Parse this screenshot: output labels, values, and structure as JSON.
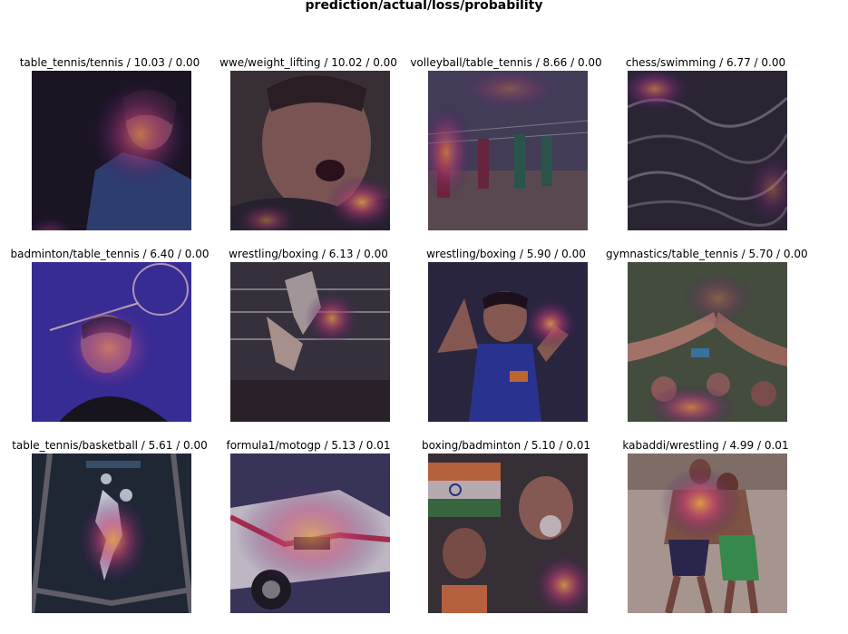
{
  "figure": {
    "title": "prediction/actual/loss/probability"
  },
  "panels": [
    {
      "caption": "table_tennis/tennis / 10.03 / 0.00",
      "image": "player-photo"
    },
    {
      "caption": "wwe/weight_lifting / 10.02 / 0.00",
      "image": "lifter-photo"
    },
    {
      "caption": "volleyball/table_tennis / 8.66 / 0.00",
      "image": "volleyball-photo"
    },
    {
      "caption": "chess/swimming / 6.77 / 0.00",
      "image": "artwork-photo"
    },
    {
      "caption": "badminton/table_tennis / 6.40 / 0.00",
      "image": "badminton-photo"
    },
    {
      "caption": "wrestling/boxing / 6.13 / 0.00",
      "image": "boxing-painting"
    },
    {
      "caption": "wrestling/boxing / 5.90 / 0.00",
      "image": "boxer-photo"
    },
    {
      "caption": "gymnastics/table_tennis / 5.70 / 0.00",
      "image": "high-five-photo"
    },
    {
      "caption": "table_tennis/basketball / 5.61 / 0.00",
      "image": "basketball-icon"
    },
    {
      "caption": "formula1/motogp / 5.13 / 0.01",
      "image": "car-photo"
    },
    {
      "caption": "boxing/badminton / 5.10 / 0.01",
      "image": "flag-photo"
    },
    {
      "caption": "kabaddi/wrestling / 4.99 / 0.01",
      "image": "kabaddi-photo"
    }
  ],
  "colors": {
    "heat_hot": "#ffb347",
    "heat_mid": "#d9467a",
    "heat_cool": "#5a2a8c"
  }
}
